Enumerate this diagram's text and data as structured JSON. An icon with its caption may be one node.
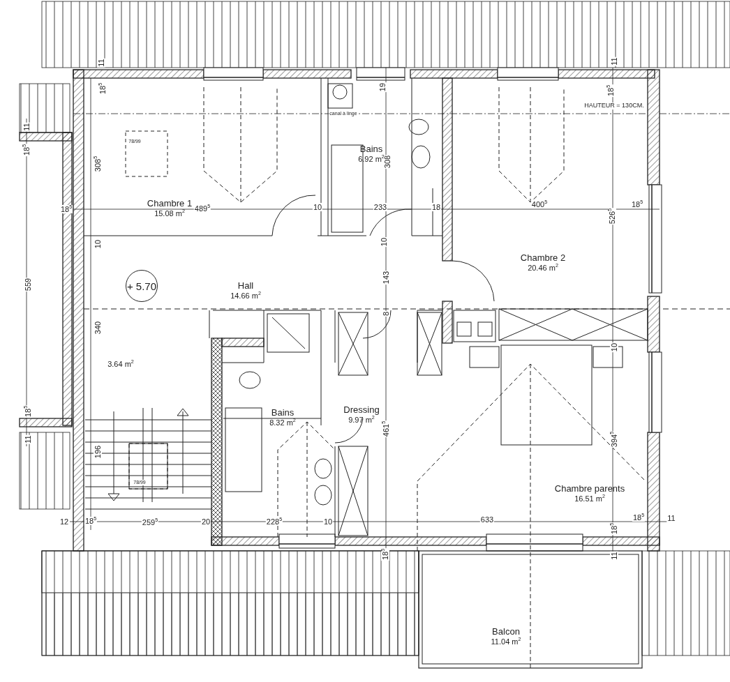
{
  "diagram": {
    "nodes": [
      {
        "text": [
          "Chambre 1",
          "15.08 m$^{2}$"
        ]
      },
      {
        "text": [
          "Bains",
          "6.92 m$^{2}$"
        ]
      },
      {
        "text": [
          "Chambre 2",
          "20.46 m$^{2}$"
        ]
      },
      {
        "text": [
          "Hall",
          "14.66 m$^{2}$"
        ]
      },
      {
        "text": [
          "+ 5.70"
        ]
      },
      {
        "text": [
          "3.64 m$^{2}$"
        ]
      },
      {
        "text": [
          "Bains",
          "8.32 m$^{2}$"
        ]
      },
      {
        "text": [
          "Dressing",
          "9.97 m$^{2}$"
        ]
      },
      {
        "text": [
          "Chambre parents",
          "16.51 m$^{2}$"
        ]
      },
      {
        "text": [
          "Balcon",
          "11.04 m$^{2}$"
        ]
      }
    ],
    "labels": [
      "11",
      "11",
      "18$^{5}$",
      "19",
      "18$^{5}$",
      "HAUTEUR = 130CM.",
      "canal à linge",
      "11",
      "18$^{5}$",
      "78/99",
      "308$^{5}$",
      "308",
      "18$^{5}$",
      "489$^{5}$",
      "10",
      "233",
      "18",
      "400$^{5}$",
      "18$^{5}$",
      "526$^{5}$",
      "10",
      "10",
      "559",
      "143",
      "8",
      "340",
      "10",
      "18$^{5}$",
      "11",
      "196",
      "78/99",
      "461$^{5}$",
      "394$^{5}$",
      "12",
      "18$^{5}$",
      "259$^{5}$",
      "20",
      "228$^{5}$",
      "10",
      "633",
      "18$^{5}$",
      "18$^{5}$",
      "11",
      "18$^{5}$",
      "11"
    ]
  }
}
